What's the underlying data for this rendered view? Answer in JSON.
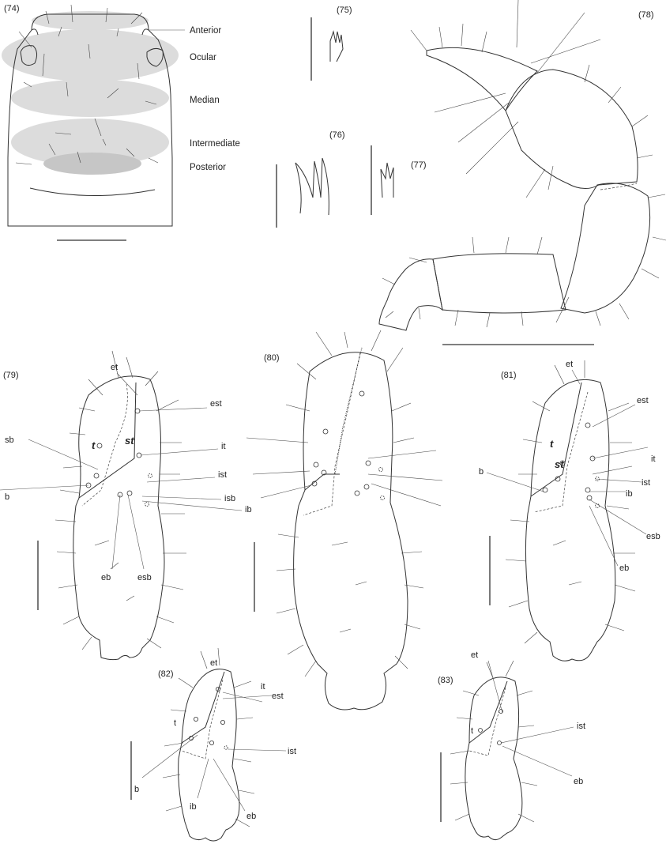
{
  "figures": [
    {
      "id": "74",
      "caption": "(74)",
      "regions": [
        "Anterior",
        "Ocular",
        "Median",
        "Intermediate",
        "Posterior"
      ]
    },
    {
      "id": "75",
      "caption": "(75)"
    },
    {
      "id": "76",
      "caption": "(76)"
    },
    {
      "id": "77",
      "caption": "(77)"
    },
    {
      "id": "78",
      "caption": "(78)"
    },
    {
      "id": "79",
      "caption": "(79)",
      "labels": [
        "et",
        "est",
        "sb",
        "t",
        "st",
        "it",
        "ist",
        "b",
        "isb",
        "ib",
        "eb",
        "esb"
      ]
    },
    {
      "id": "80",
      "caption": "(80)"
    },
    {
      "id": "81",
      "caption": "(81)",
      "labels": [
        "et",
        "est",
        "t",
        "st",
        "it",
        "b",
        "ist",
        "ib",
        "esb",
        "eb"
      ]
    },
    {
      "id": "82",
      "caption": "(82)",
      "labels": [
        "et",
        "it",
        "est",
        "t",
        "ist",
        "b",
        "ib",
        "eb"
      ]
    },
    {
      "id": "83",
      "caption": "(83)",
      "labels": [
        "et",
        "t",
        "ist",
        "eb"
      ]
    }
  ],
  "colors": {
    "shade": "#d9d9d9",
    "shade_dark": "#c2c2c2",
    "line": "#333333"
  }
}
